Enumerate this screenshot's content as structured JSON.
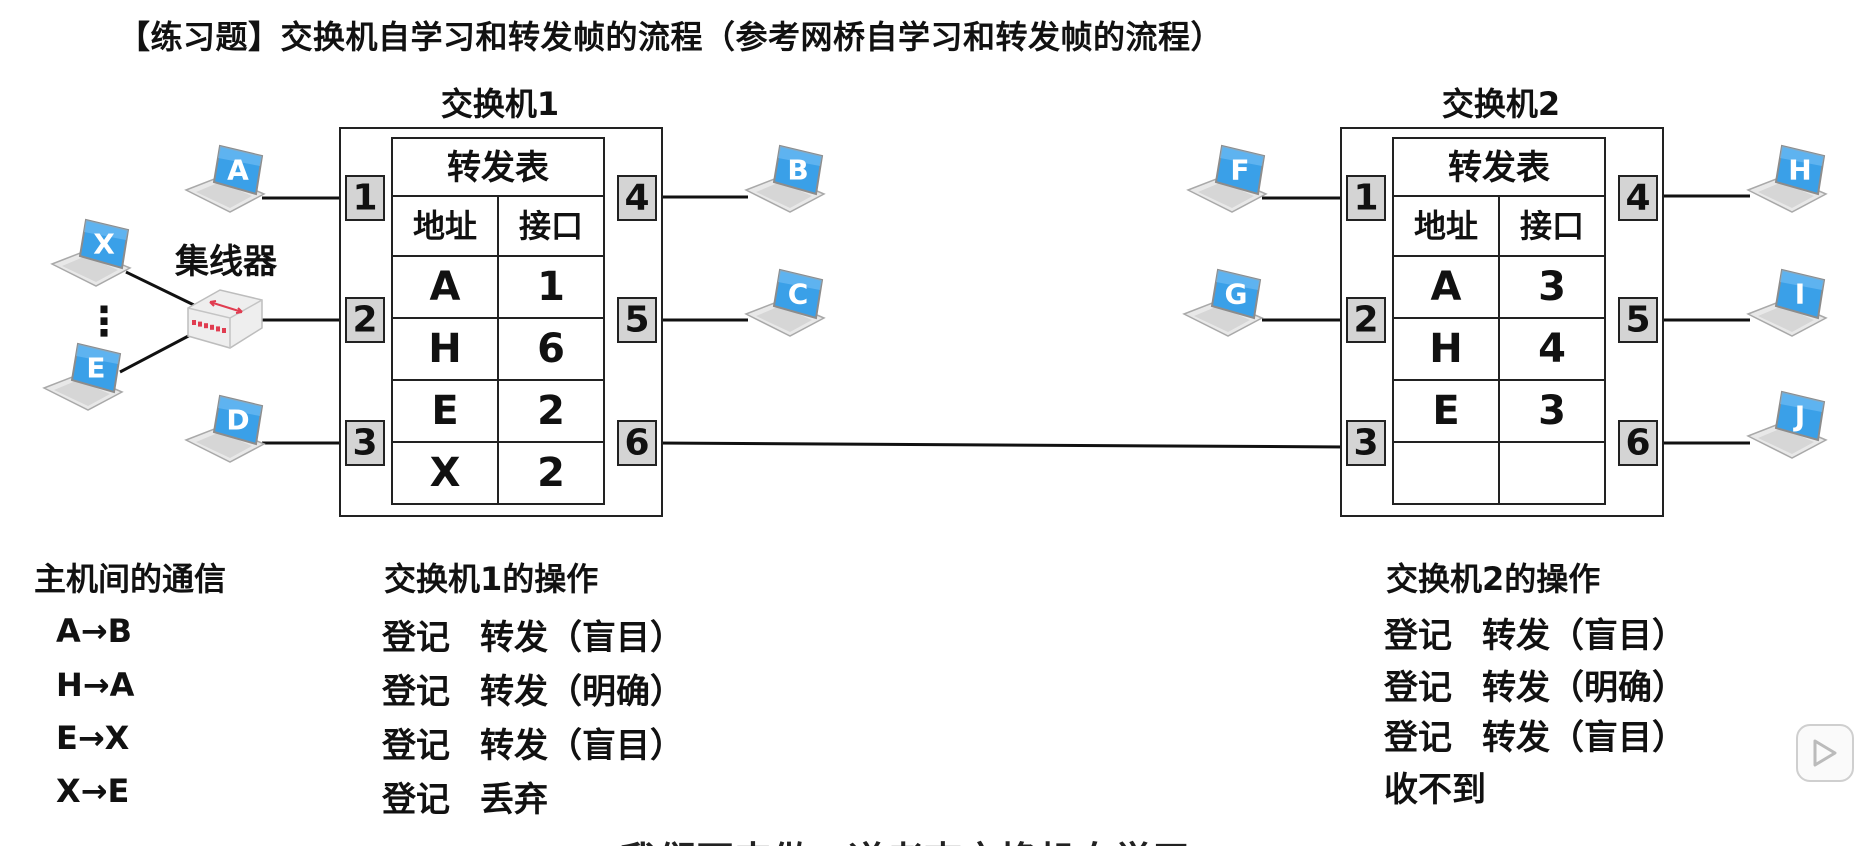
{
  "title": "【练习题】交换机自学习和转发帧的流程（参考网桥自学习和转发帧的流程）",
  "switches": [
    {
      "name": "交换机1",
      "table": {
        "title": "转发表",
        "headers": [
          "地址",
          "接口"
        ],
        "rows": [
          [
            "A",
            "1"
          ],
          [
            "H",
            "6"
          ],
          [
            "E",
            "2"
          ],
          [
            "X",
            "2"
          ]
        ]
      },
      "ports": [
        "1",
        "2",
        "3",
        "4",
        "5",
        "6"
      ]
    },
    {
      "name": "交换机2",
      "table": {
        "title": "转发表",
        "headers": [
          "地址",
          "接口"
        ],
        "rows": [
          [
            "A",
            "3"
          ],
          [
            "H",
            "4"
          ],
          [
            "E",
            "3"
          ],
          [
            "",
            ""
          ]
        ]
      },
      "ports": [
        "1",
        "2",
        "3",
        "4",
        "5",
        "6"
      ]
    }
  ],
  "hub_label": "集线器",
  "hosts": [
    "A",
    "X",
    "E",
    "D",
    "B",
    "C",
    "F",
    "G",
    "H",
    "I",
    "J"
  ],
  "ellipsis": "⋮",
  "communication": {
    "title": "主机间的通信",
    "items": [
      "A→B",
      "H→A",
      "E→X",
      "X→E"
    ]
  },
  "switch1_ops": {
    "title": "交换机1的操作",
    "items": [
      [
        "登记",
        "转发（盲目）"
      ],
      [
        "登记",
        "转发（明确）"
      ],
      [
        "登记",
        "转发（盲目）"
      ],
      [
        "登记",
        "丢弃"
      ]
    ]
  },
  "switch2_ops": {
    "title": "交换机2的操作",
    "items": [
      [
        "登记",
        "转发（盲目）"
      ],
      [
        "登记",
        "转发（明确）"
      ],
      [
        "登记",
        "转发（盲目）"
      ],
      [
        "收不到",
        ""
      ]
    ]
  },
  "subtitle": "我们再来做一道考查交换机自学习",
  "colors": {
    "laptop_screen": "#3aa0e8",
    "hub_accent": "#e03c50",
    "port_fill": "#d4d4d4"
  },
  "icons": {
    "laptop": "laptop-icon",
    "hub": "hub-icon",
    "play": "play-icon"
  }
}
